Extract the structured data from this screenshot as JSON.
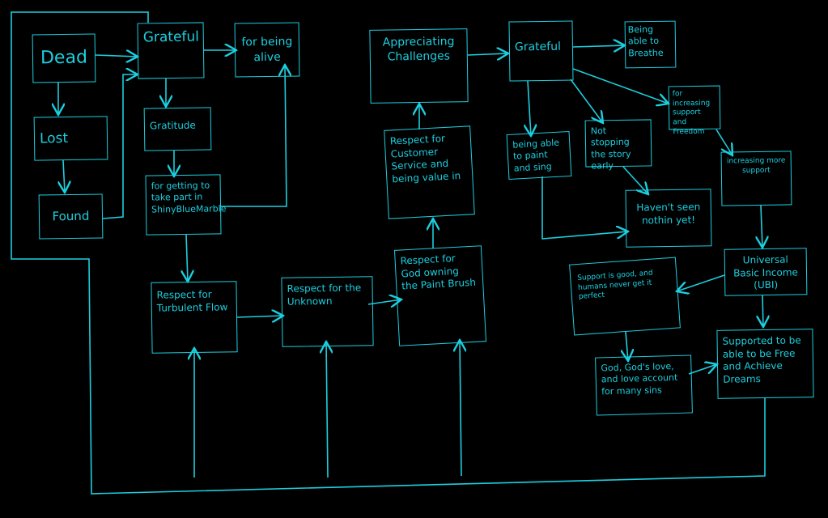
{
  "diagram": {
    "line_color": "#1ccfdf",
    "background": "#000000",
    "nodes": {
      "dead": "Dead",
      "grateful1": "Grateful",
      "for_being_alive": "for being alive",
      "lost": "Lost",
      "gratitude": "Gratitude",
      "found": "Found",
      "shiny_blue_marble": "for getting to take part in ShinyBlueMarble",
      "turbulent_flow": "Respect for Turbulent Flow",
      "unknown": "Respect for the Unknown",
      "paint_brush": "Respect for God owning the Paint Brush",
      "customer_service": "Respect for Customer Service and being value in",
      "appreciating_challenges": "Appreciating Challenges",
      "grateful2": "Grateful",
      "breathe": "Being able to Breathe",
      "support_freedom": "for increasing support and Freedom",
      "paint_sing": "being able to paint and sing",
      "not_stopping": "Not stopping the story early",
      "havent_seen": "Haven't seen nothin yet!",
      "more_support": "increasing more support",
      "ubi": "Universal Basic Income (UBI)",
      "support_good": "Support is good, and humans never get it perfect",
      "supported_free": "Supported to be able to be Free and Achieve Dreams",
      "gods_love": "God, God's love, and love account for many sins"
    }
  }
}
